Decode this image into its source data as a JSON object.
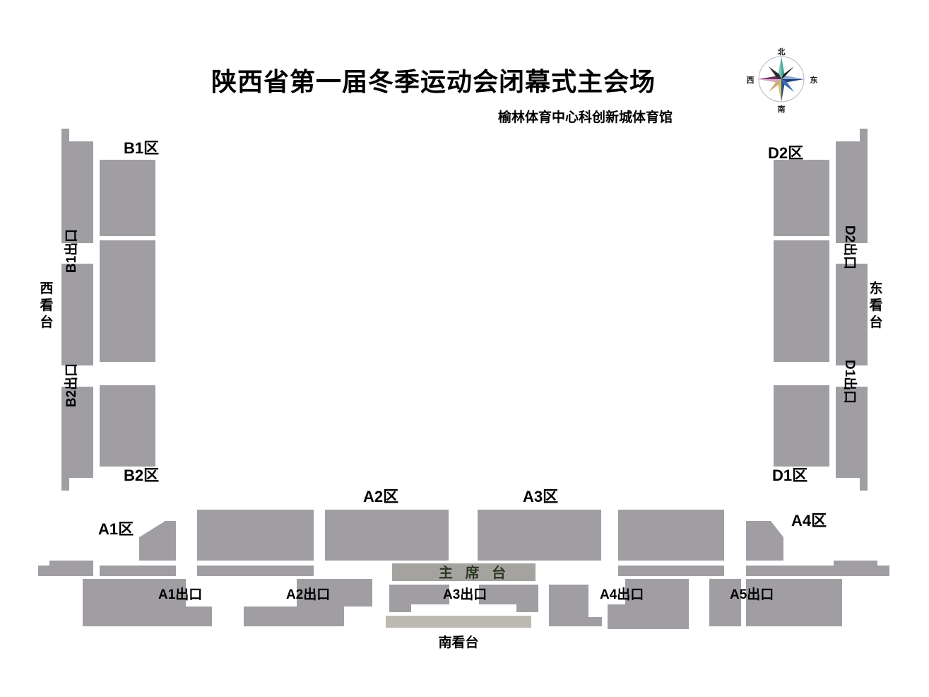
{
  "header": {
    "title": "陕西省第一届冬季运动会闭幕式主会场",
    "subtitle": "榆林体育中心科创新城体育馆"
  },
  "compass": {
    "north": "北",
    "east": "东",
    "south": "南",
    "west": "西"
  },
  "stands": {
    "west": "西看台",
    "east": "东看台",
    "south": "南看台"
  },
  "podium": {
    "label": "主 席 台"
  },
  "zones": {
    "b1": "B1区",
    "b2": "B2区",
    "d1": "D1区",
    "d2": "D2区",
    "a1": "A1区",
    "a2": "A2区",
    "a3": "A3区",
    "a4": "A4区"
  },
  "exits": {
    "b1": "B1出口",
    "b2": "B2出口",
    "d1": "D1出口",
    "d2": "D2出口",
    "a1": "A1出口",
    "a2": "A2出口",
    "a3": "A3出口",
    "a4": "A4出口",
    "a5": "A5出口"
  },
  "colors": {
    "seat_block": "#a09ea3",
    "podium_block": "#a5a39f",
    "south_bar": "#bdbbb1",
    "podium_text": "#2b3a22",
    "background": "#ffffff"
  }
}
